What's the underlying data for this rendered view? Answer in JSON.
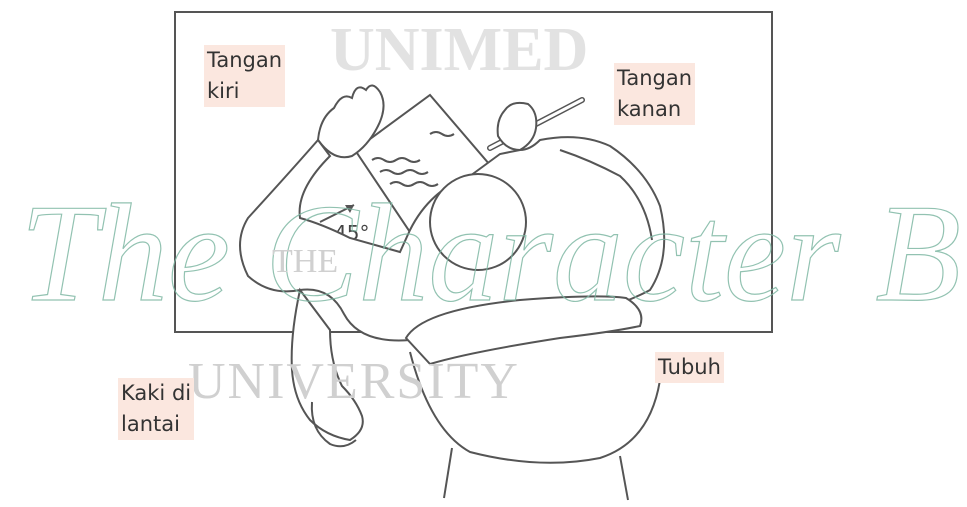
{
  "labels": {
    "left_hand": "Tangan\nkiri",
    "right_hand": "Tangan\nkanan",
    "feet": "Kaki di\nlantai",
    "body": "Tubuh"
  },
  "angle_text": "45°",
  "watermark": {
    "top_arc": "UNIMED",
    "script_line": "The Character Building",
    "small_caps_top": "THE",
    "small_caps_bottom": "UNIVERSITY"
  },
  "colors": {
    "label_bg": "#fbe7df",
    "line": "#555555",
    "watermark_green": "#7fb8a4",
    "watermark_gray": "#cccccc"
  }
}
